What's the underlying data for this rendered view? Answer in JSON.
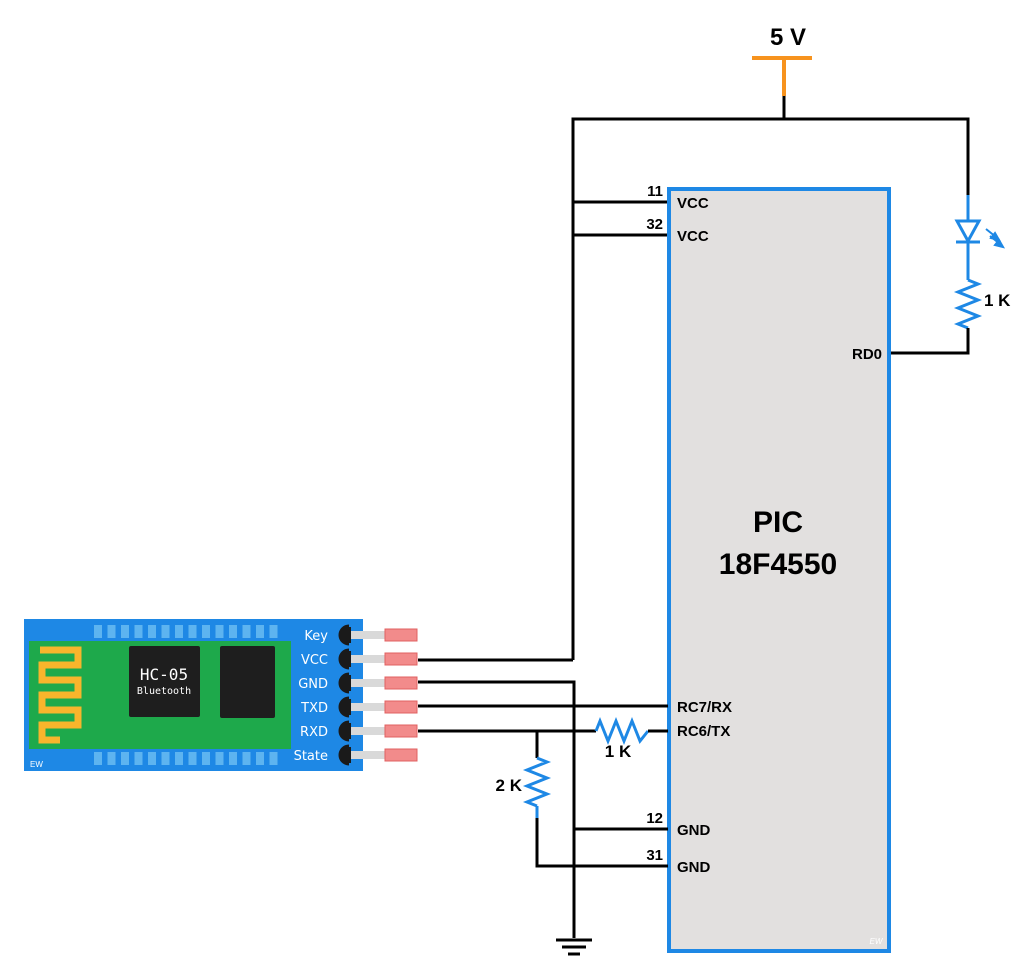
{
  "supply": {
    "label": "5 V",
    "color": "#F7931E"
  },
  "mcu": {
    "line1": "PIC",
    "line2": "18F4550",
    "watermark": "EW",
    "body_color": "#E2E0DF",
    "border_color": "#1E88E5",
    "pins": {
      "vcc1": {
        "num": "11",
        "name": "VCC"
      },
      "vcc2": {
        "num": "32",
        "name": "VCC"
      },
      "rd0": {
        "name": "RD0"
      },
      "rc7": {
        "name": "RC7/RX"
      },
      "rc6": {
        "name": "RC6/TX"
      },
      "gnd1": {
        "num": "12",
        "name": "GND"
      },
      "gnd2": {
        "num": "31",
        "name": "GND"
      }
    }
  },
  "led_resistor": {
    "label": "1 K"
  },
  "tx_resistor": {
    "label": "1 K"
  },
  "divider_resistor": {
    "label": "2 K"
  },
  "component_color": "#1E88E5",
  "bt_module": {
    "name": "HC-05",
    "subtitle": "Bluetooth",
    "watermark": "EW",
    "board_color": "#1E88E5",
    "pcb_color": "#1EA94B",
    "antenna_color": "#F7B52C",
    "pins": [
      "Key",
      "VCC",
      "GND",
      "TXD",
      "RXD",
      "State"
    ]
  }
}
